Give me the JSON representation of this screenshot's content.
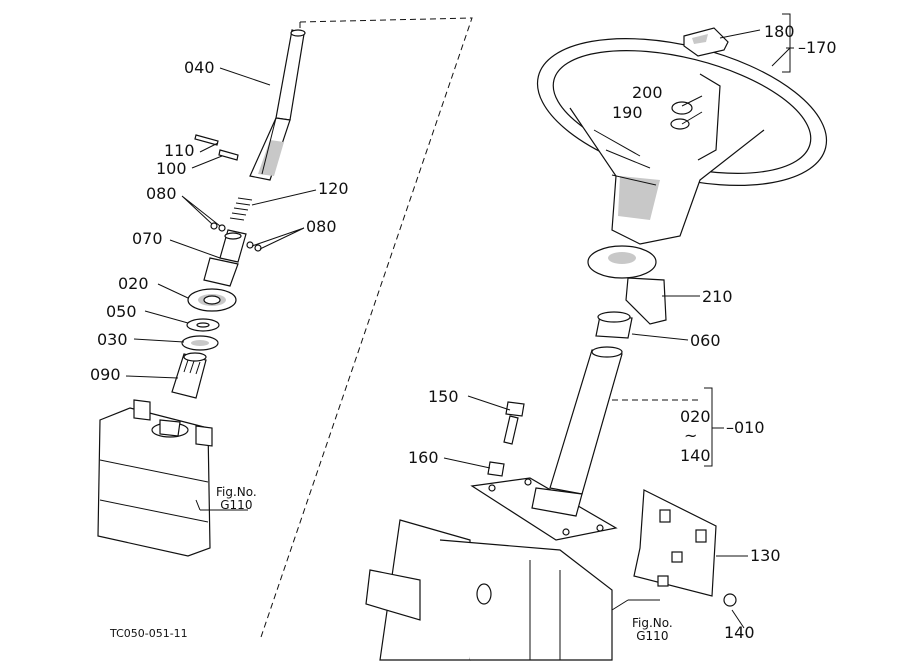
{
  "diagram": {
    "code": "TC050-051-11",
    "fig_refs": [
      {
        "label": "Fig.No.",
        "number": "G110"
      },
      {
        "label": "Fig.No.",
        "number": "G110"
      }
    ],
    "parts": {
      "p040": "040",
      "p110": "110",
      "p100": "100",
      "p080a": "080",
      "p120": "120",
      "p080b": "080",
      "p070": "070",
      "p020": "020",
      "p050": "050",
      "p030": "030",
      "p090": "090",
      "p180": "180",
      "p170": "170",
      "p200": "200",
      "p190": "190",
      "p210": "210",
      "p060": "060",
      "p150": "150",
      "p160": "160",
      "p020r": "020",
      "p010": "010",
      "p140r": "140",
      "p130": "130",
      "p140": "140"
    },
    "range_tilde": "~"
  }
}
